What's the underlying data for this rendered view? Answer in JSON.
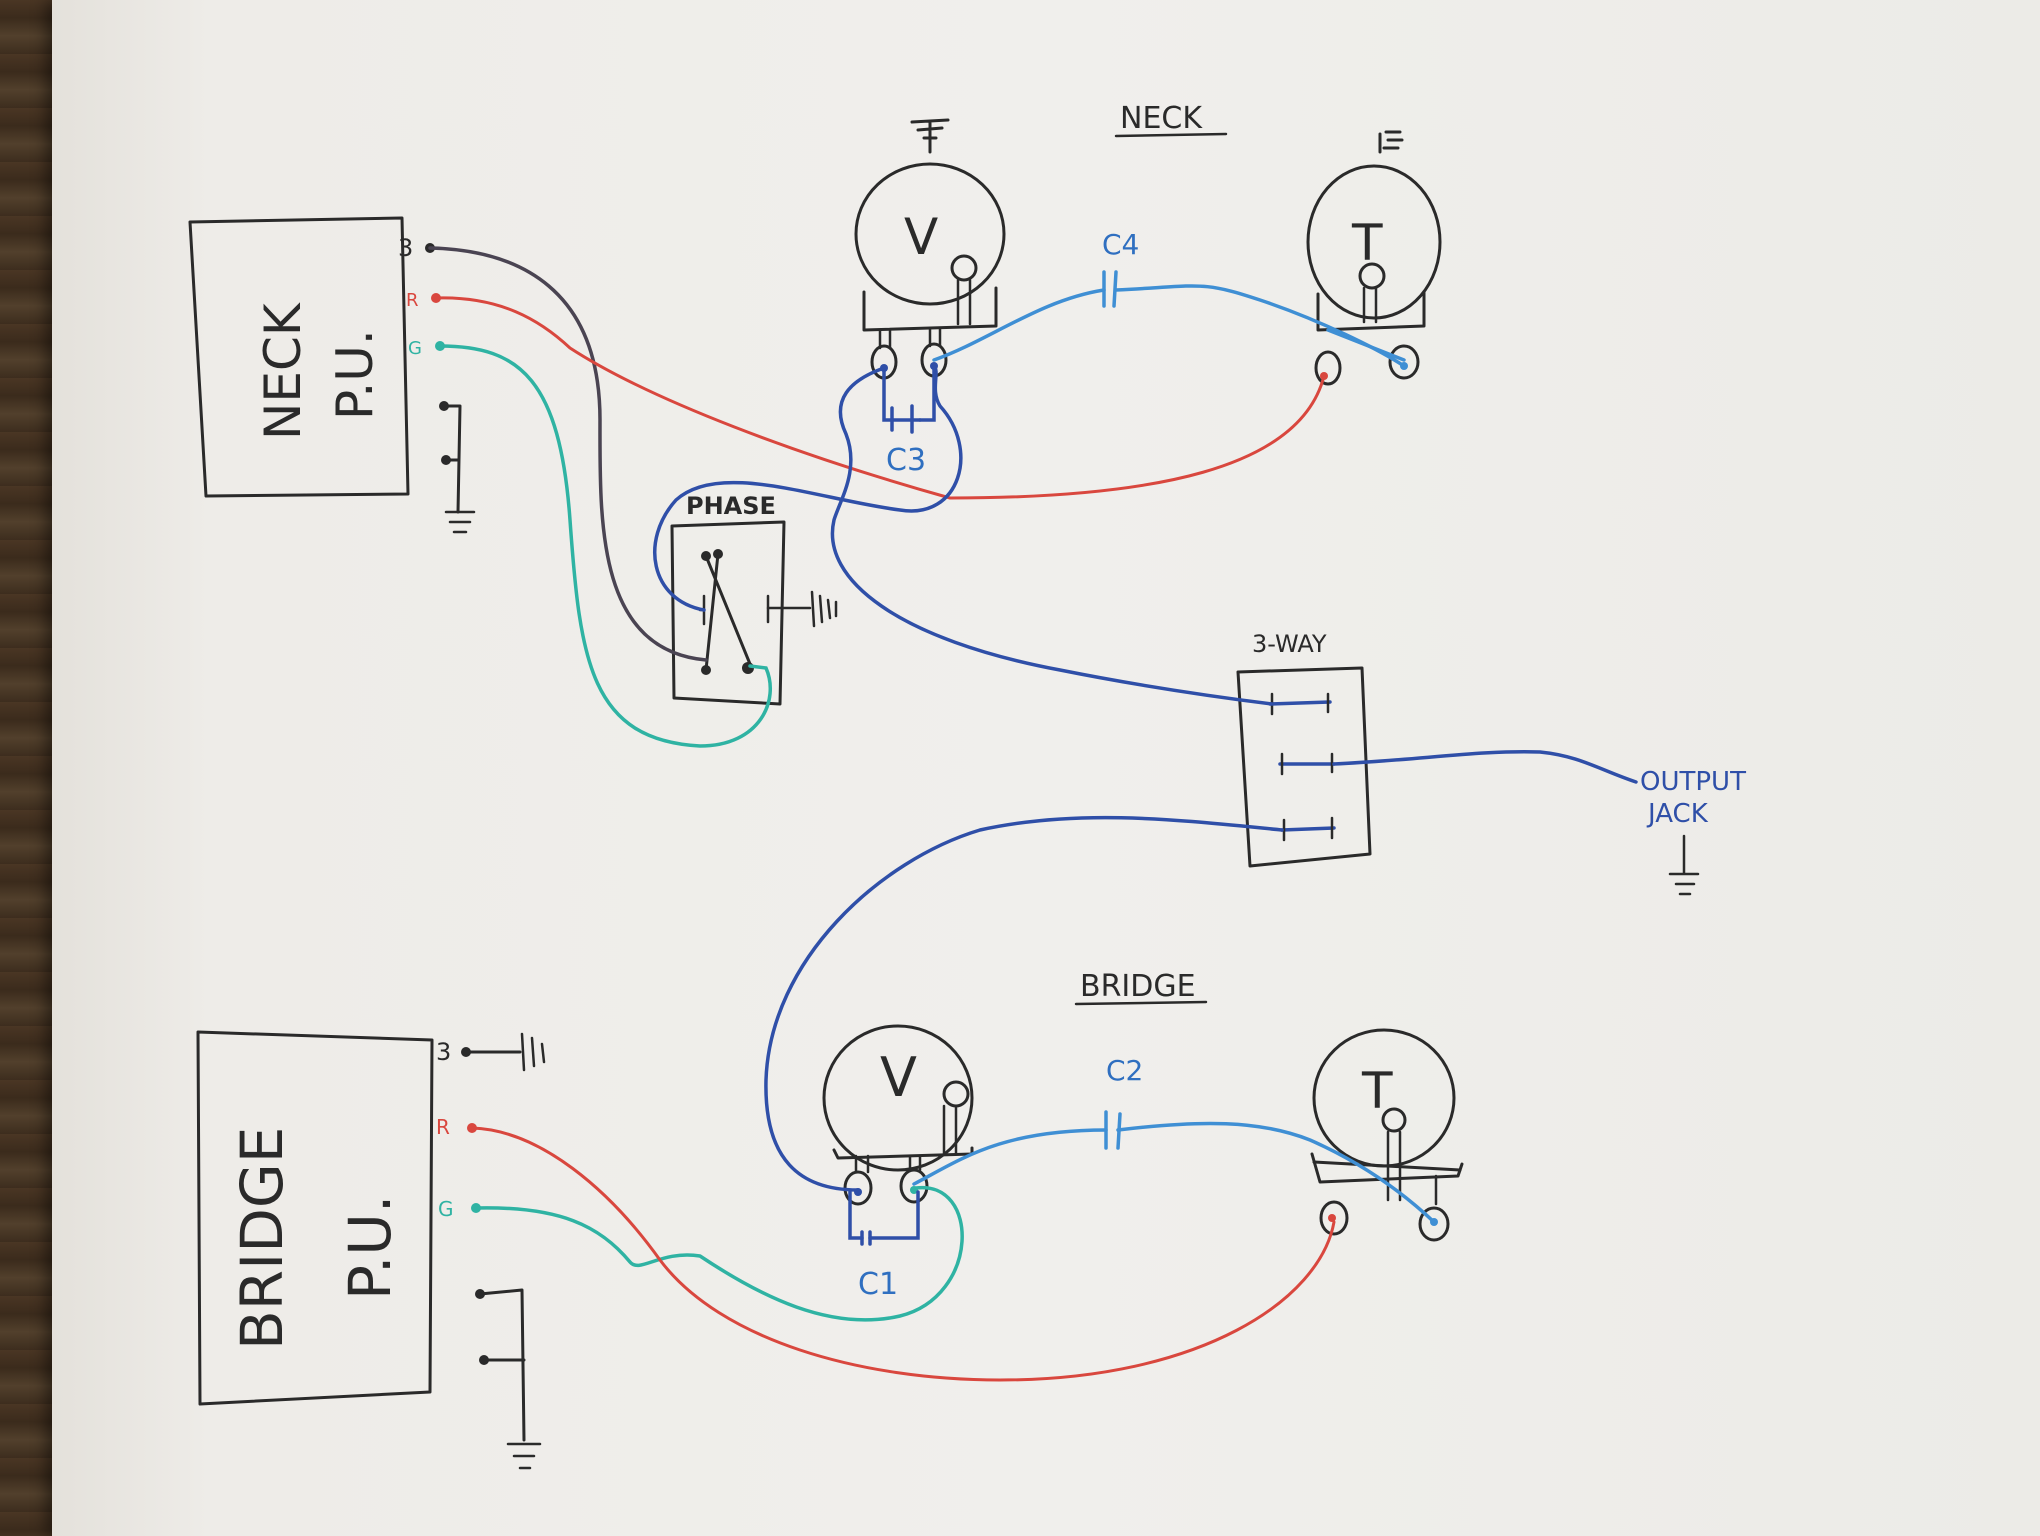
{
  "labels": {
    "neck_heading": "NECK",
    "bridge_heading": "BRIDGE",
    "neck_pickup_line1": "NECK",
    "neck_pickup_line2": "P.U.",
    "bridge_pickup_line1": "BRIDGE",
    "bridge_pickup_line2": "P.U.",
    "phase_switch": "PHASE",
    "three_way_switch": "3-WAY",
    "output_jack_line1": "OUTPUT",
    "output_jack_line2": "JACK",
    "neck_volume": "V",
    "neck_tone": "T",
    "bridge_volume": "V",
    "bridge_tone": "T",
    "cap_c1": "C1",
    "cap_c2": "C2",
    "cap_c3": "C3",
    "cap_c4": "C4",
    "terminal_3": "3",
    "terminal_r": "R",
    "terminal_g": "G",
    "bridge_terminal_3": "3",
    "bridge_terminal_r": "R",
    "bridge_terminal_g": "G"
  },
  "colors": {
    "paper": "#f0efec",
    "ink": "#2a2a2a",
    "wire_black": "#4a4452",
    "wire_red": "#d9473e",
    "wire_teal": "#2fb3a3",
    "wire_blue": "#2f4fa8",
    "wire_light_blue": "#3f8fd4"
  }
}
